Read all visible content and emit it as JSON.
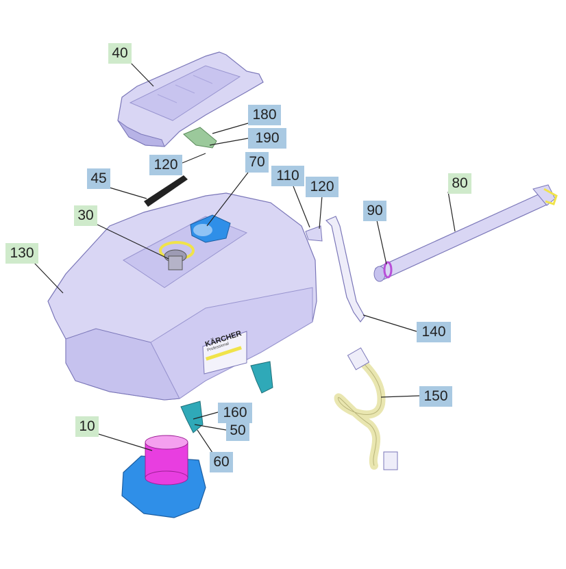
{
  "colors": {
    "label_green": "#cfeacb",
    "label_blue": "#a9c9e2",
    "housing": "#d9d6f4",
    "housing_shadow": "#b7b3e6",
    "outline": "#7a76b8",
    "blue_part": "#2f8fe8",
    "magenta": "#e83ee0",
    "yellow": "#f0e34a",
    "hose": "#e9e6b0",
    "teal": "#2fa9b8",
    "leader": "#222222"
  },
  "brand": {
    "name": "KÄRCHER",
    "sub": "Professional"
  },
  "callouts": [
    {
      "id": "c40",
      "text": "40",
      "style": "green"
    },
    {
      "id": "c180",
      "text": "180",
      "style": "blue"
    },
    {
      "id": "c190",
      "text": "190",
      "style": "blue"
    },
    {
      "id": "c120a",
      "text": "120",
      "style": "blue"
    },
    {
      "id": "c70",
      "text": "70",
      "style": "blue"
    },
    {
      "id": "c45",
      "text": "45",
      "style": "blue"
    },
    {
      "id": "c110",
      "text": "110",
      "style": "blue"
    },
    {
      "id": "c120b",
      "text": "120",
      "style": "blue"
    },
    {
      "id": "c80",
      "text": "80",
      "style": "green"
    },
    {
      "id": "c90",
      "text": "90",
      "style": "blue"
    },
    {
      "id": "c30",
      "text": "30",
      "style": "green"
    },
    {
      "id": "c130",
      "text": "130",
      "style": "green"
    },
    {
      "id": "c140",
      "text": "140",
      "style": "blue"
    },
    {
      "id": "c150",
      "text": "150",
      "style": "blue"
    },
    {
      "id": "c160",
      "text": "160",
      "style": "blue"
    },
    {
      "id": "c50",
      "text": "50",
      "style": "blue"
    },
    {
      "id": "c60",
      "text": "60",
      "style": "blue"
    },
    {
      "id": "c10",
      "text": "10",
      "style": "green"
    }
  ]
}
